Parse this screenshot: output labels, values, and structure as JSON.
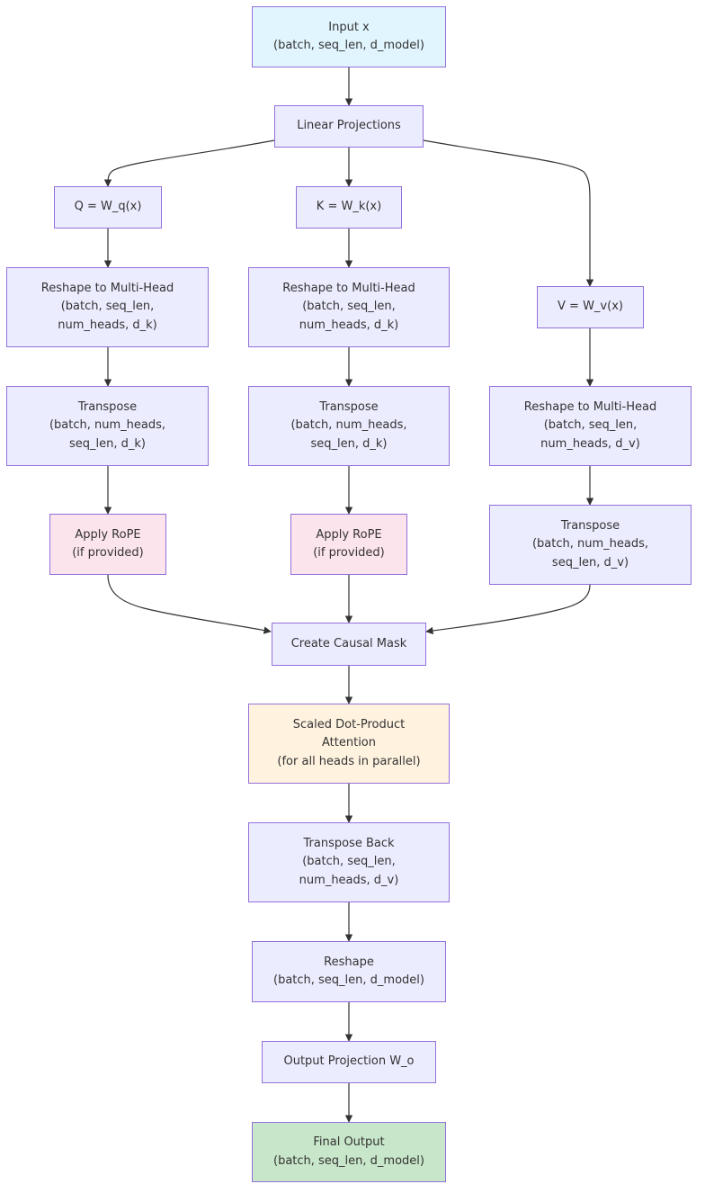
{
  "nodes": {
    "input": {
      "lines": [
        "Input x",
        "(batch, seq_len, d_model)"
      ]
    },
    "linear": {
      "lines": [
        "Linear Projections"
      ]
    },
    "q": {
      "lines": [
        "Q = W_q(x)"
      ]
    },
    "k": {
      "lines": [
        "K = W_k(x)"
      ]
    },
    "v": {
      "lines": [
        "V = W_v(x)"
      ]
    },
    "q_reshape": {
      "lines": [
        "Reshape to Multi-Head",
        "(batch, seq_len,",
        "num_heads, d_k)"
      ]
    },
    "k_reshape": {
      "lines": [
        "Reshape to Multi-Head",
        "(batch, seq_len,",
        "num_heads, d_k)"
      ]
    },
    "v_reshape": {
      "lines": [
        "Reshape to Multi-Head",
        "(batch, seq_len,",
        "num_heads, d_v)"
      ]
    },
    "q_transpose": {
      "lines": [
        "Transpose",
        "(batch, num_heads,",
        "seq_len, d_k)"
      ]
    },
    "k_transpose": {
      "lines": [
        "Transpose",
        "(batch, num_heads,",
        "seq_len, d_k)"
      ]
    },
    "v_transpose": {
      "lines": [
        "Transpose",
        "(batch, num_heads,",
        "seq_len, d_v)"
      ]
    },
    "q_rope": {
      "lines": [
        "Apply RoPE",
        "(if provided)"
      ]
    },
    "k_rope": {
      "lines": [
        "Apply RoPE",
        "(if provided)"
      ]
    },
    "mask": {
      "lines": [
        "Create Causal Mask"
      ]
    },
    "attention": {
      "lines": [
        "Scaled Dot-Product",
        "Attention",
        "(for all heads in parallel)"
      ]
    },
    "transpose_back": {
      "lines": [
        "Transpose Back",
        "(batch, seq_len,",
        "num_heads, d_v)"
      ]
    },
    "reshape": {
      "lines": [
        "Reshape",
        "(batch, seq_len, d_model)"
      ]
    },
    "output_proj": {
      "lines": [
        "Output Projection W_o"
      ]
    },
    "final": {
      "lines": [
        "Final Output",
        "(batch, seq_len, d_model)"
      ]
    }
  },
  "colors": {
    "default_fill": "#ececff",
    "stroke": "#9370db",
    "input_fill": "#e1f5fe",
    "rope_fill": "#fce4ec",
    "attention_fill": "#fff3e0",
    "final_fill": "#c8e6c9",
    "edge": "#333333"
  }
}
